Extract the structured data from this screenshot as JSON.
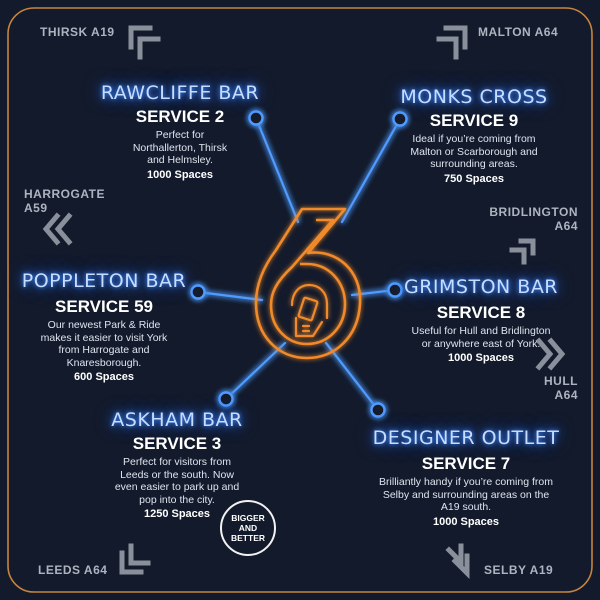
{
  "colors": {
    "background": "#131a2b",
    "frame": "#c8843c",
    "neon_blue": "#4f9bff",
    "neon_orange": "#f08a2a",
    "arrow_grey": "#8a909b"
  },
  "center": {
    "glyph": "6",
    "icon": "ticket-hand-icon"
  },
  "sites": [
    {
      "name": "RAWCLIFFE BAR",
      "service": "SERVICE 2",
      "description": "Perfect for Northallerton, Thirsk and Helmsley.",
      "spaces": "1000 Spaces"
    },
    {
      "name": "MONKS CROSS",
      "service": "SERVICE 9",
      "description": "Ideal if you’re coming from Malton or Scarborough and surrounding areas.",
      "spaces": "750 Spaces"
    },
    {
      "name": "POPPLETON BAR",
      "service": "SERVICE 59",
      "description": "Our newest Park & Ride makes it easier to visit York from Harrogate and Knaresborough.",
      "spaces": "600 Spaces"
    },
    {
      "name": "GRIMSTON BAR",
      "service": "SERVICE 8",
      "description": "Useful for Hull and Bridlington or anywhere east of York.",
      "spaces": "1000 Spaces"
    },
    {
      "name": "ASKHAM BAR",
      "service": "SERVICE 3",
      "description": "Perfect for visitors from Leeds or the south. Now even easier to park up and pop into the city.",
      "spaces": "1250 Spaces"
    },
    {
      "name": "DESIGNER OUTLET",
      "service": "SERVICE 7",
      "description": "Brilliantly handy if you’re coming from Selby and surrounding areas on the A19 south.",
      "spaces": "1000 Spaces"
    }
  ],
  "destinations": {
    "thirsk": "THIRSK A19",
    "malton": "MALTON A64",
    "harrogate_line1": "HARROGATE",
    "harrogate_line2": "A59",
    "bridlington_line1": "BRIDLINGTON",
    "bridlington_line2": "A64",
    "hull_line1": "HULL",
    "hull_line2": "A64",
    "leeds": "LEEDS A64",
    "selby": "SELBY A19"
  },
  "badge": {
    "line1": "BIGGER",
    "line2": "AND",
    "line3": "BETTER"
  }
}
